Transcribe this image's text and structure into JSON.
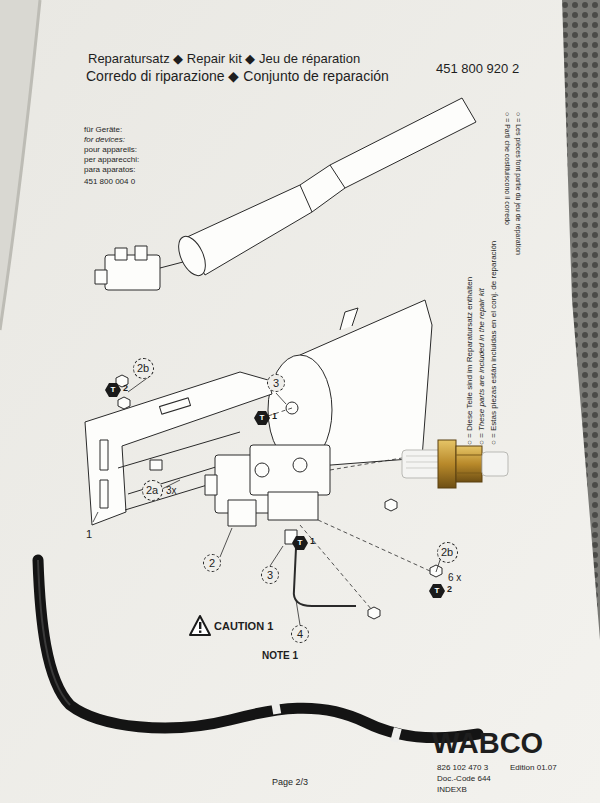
{
  "diagram": {
    "nodes": [
      {
        "text": [
          "2b"
        ]
      },
      {
        "text": [
          "3"
        ]
      },
      {
        "text": [
          "2a"
        ]
      },
      {
        "text": [
          "2b"
        ]
      },
      {
        "text": [
          "2"
        ]
      },
      {
        "text": [
          "3"
        ]
      },
      {
        "text": [
          "4"
        ]
      }
    ],
    "labels": [
      "Reparatursatz ◆ Repair kit ◆ Jeu de réparation",
      "Corredo di riparazione ◆ Conjunto de reparación",
      "451 800 920 2",
      "für Geräte:",
      "for devices:",
      "pour appareils:",
      "per apparecchi:",
      "para aparatos:",
      "451 800 004 0",
      "○ = Les pièces font partie du jeu de réparation",
      "○ = Parti che costituiscono il corredo",
      "○ = Diese Teile sind im Reparatursatz enthalten",
      "○ = These parts are included in the repair kit",
      "○ = Estas piezas están incluidas en el conj. de reparación",
      "T",
      "2",
      "T",
      "1",
      "1",
      "3x",
      "T",
      "1",
      "6 x",
      "T",
      "2",
      "CAUTION 1",
      "NOTE 1",
      "WABCO",
      "826 102 470 3",
      "Edition 01.07",
      "Doc.-Code 644",
      "INDEXB",
      "Page 2/3"
    ]
  }
}
